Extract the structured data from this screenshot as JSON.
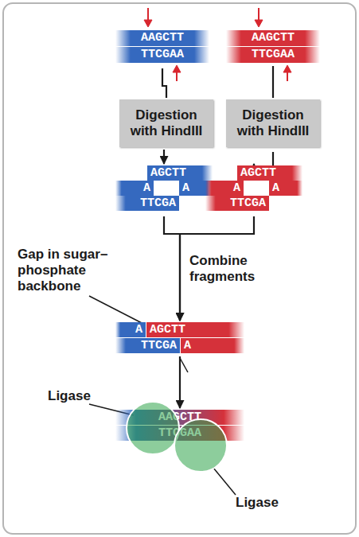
{
  "diagram": {
    "nodes": [
      {
        "text": [
          "AAGCTT",
          "TTCGAA"
        ]
      },
      {
        "text": [
          "AAGCTT",
          "TTCGAA"
        ]
      },
      {
        "text": [
          "Digestion with HindIII"
        ]
      },
      {
        "text": [
          "Digestion with HindIII"
        ]
      },
      {
        "text": [
          "AGCTT",
          "A",
          "A",
          "TTCGA"
        ]
      },
      {
        "text": [
          "AGCTT",
          "A",
          "A",
          "TTCGA"
        ]
      },
      {
        "text": [
          "A",
          "AGCTT",
          "TTCGA",
          "A"
        ]
      },
      {
        "text": [
          "AAGCTT",
          "TTCGAA"
        ]
      }
    ],
    "edges": [
      {
        "from": 0,
        "to": 2,
        "arrow": "none"
      },
      {
        "from": 1,
        "to": 3,
        "arrow": "none"
      },
      {
        "from": 2,
        "to": 4,
        "arrow": "to"
      },
      {
        "from": 3,
        "to": 5,
        "arrow": "to"
      },
      {
        "from": 4,
        "to": 6,
        "arrow": "to"
      },
      {
        "from": 5,
        "to": 6,
        "arrow": "to"
      },
      {
        "from": 6,
        "to": 7,
        "arrow": "to"
      }
    ],
    "labels": [
      "Gap in sugar–phosphate backbone",
      "Combine fragments",
      "Ligase",
      "Ligase"
    ]
  }
}
